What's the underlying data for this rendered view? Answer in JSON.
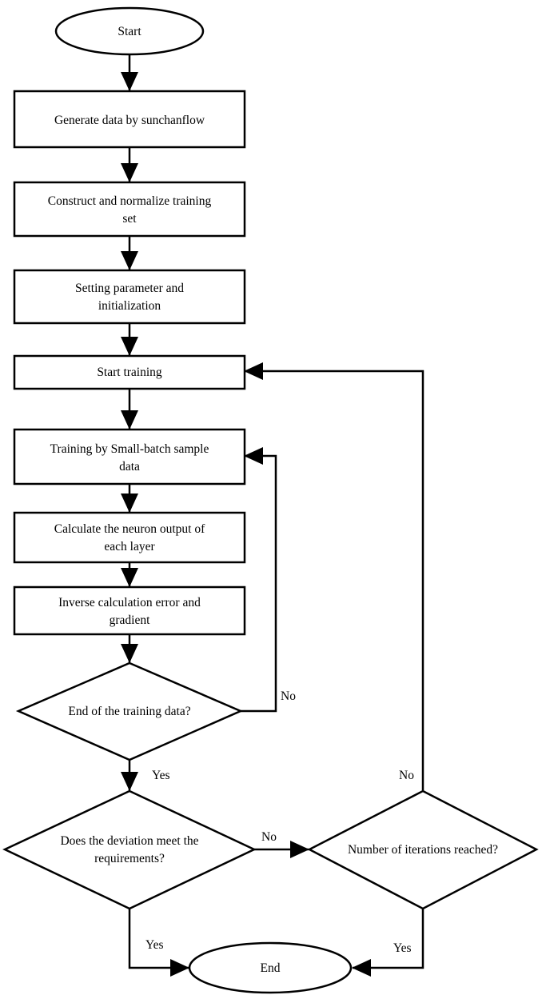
{
  "nodes": {
    "start": {
      "line1": "Start"
    },
    "generate": {
      "line1": "Generate data by sunchanflow"
    },
    "construct": {
      "line1": "Construct and normalize training",
      "line2": "set"
    },
    "setting": {
      "line1": "Setting parameter and",
      "line2": "initialization"
    },
    "start_training": {
      "line1": "Start training"
    },
    "small_batch": {
      "line1": "Training by Small-batch sample",
      "line2": "data"
    },
    "neuron_output": {
      "line1": "Calculate the neuron output of",
      "line2": "each layer"
    },
    "inverse": {
      "line1": "Inverse calculation error and",
      "line2": "gradient"
    },
    "end_training": {
      "line1": "End of the training data?"
    },
    "deviation": {
      "line1": "Does the deviation meet the",
      "line2": "requirements?"
    },
    "iterations": {
      "line1": "Number of iterations reached?"
    },
    "end": {
      "line1": "End"
    }
  },
  "edges": {
    "end_training_no": "No",
    "end_training_yes": "Yes",
    "deviation_no": "No",
    "deviation_yes": "Yes",
    "iterations_no": "No",
    "iterations_yes": "Yes"
  }
}
